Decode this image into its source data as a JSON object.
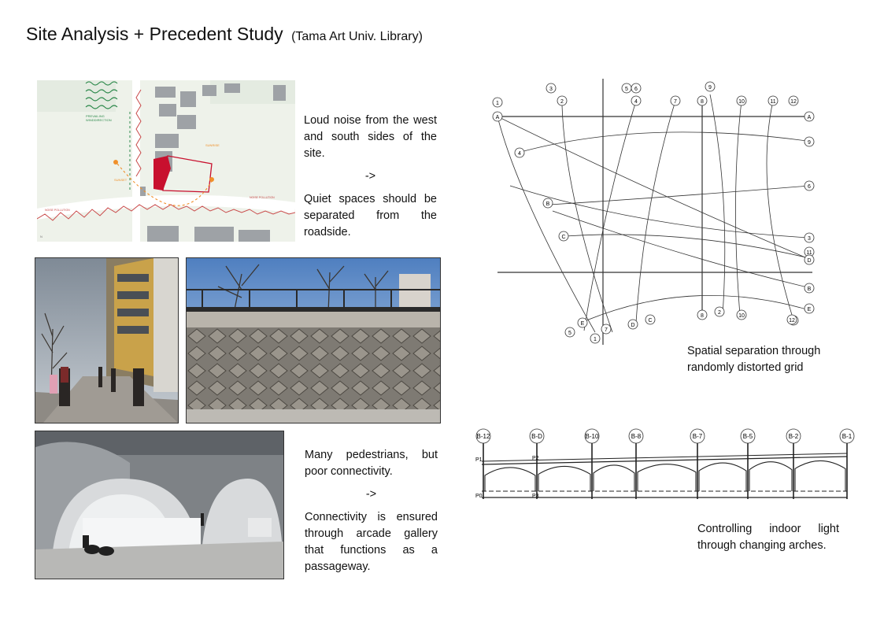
{
  "title": {
    "main": "Site Analysis + Precedent Study",
    "sub": "(Tama Art Univ. Library)"
  },
  "site_note": {
    "line1": "Loud noise from the west and south sides of the site.",
    "arrow": "->",
    "line2": "Quiet spaces should be separated from the roadside."
  },
  "pedestrian_note": {
    "line1": "Many pedestrians, but poor connectivity.",
    "arrow": "->",
    "line2": "Connectivity is ensured through arcade gallery that functions as a passageway."
  },
  "grid_caption": "Spatial separation through randomly distorted grid",
  "arch_caption": "Controlling indoor light through changing arches.",
  "site_map": {
    "wind_label_1": "PREVAILING",
    "wind_label_2": "WINDDIRECTION",
    "sun_label_left": "SUNSET",
    "sun_label_right": "SUNRISE",
    "noise_label_top": "NOISE POLLUTION",
    "noise_label_bottom": "NOISE POLLUTION",
    "north": "N"
  },
  "grid_plan": {
    "top_labels": [
      "1",
      "2",
      "3",
      "4",
      "5",
      "6",
      "7",
      "8",
      "9",
      "10",
      "11",
      "12"
    ],
    "right_labels": [
      "A",
      "9",
      "6",
      "3",
      "11",
      "D",
      "B",
      "E",
      "12"
    ],
    "left_labels": [
      "A",
      "4",
      "B",
      "C",
      "E",
      "5"
    ],
    "bottom_labels": [
      "1",
      "7",
      "D",
      "C",
      "8",
      "2",
      "10",
      "12"
    ]
  },
  "arch_section": {
    "bay_labels": [
      "B-12",
      "B-D",
      "B-10",
      "B-8",
      "B-7",
      "B-5",
      "B-2",
      "B-1"
    ],
    "level_labels": [
      "P1",
      "P2",
      "P0",
      "P3"
    ]
  },
  "colors": {
    "map_bg": "#eef2ea",
    "building": "#9ea2a6",
    "site_red": "#c8102e",
    "noise": "#c94a4a",
    "wind": "#2f8a4d",
    "sun": "#f0902a"
  }
}
